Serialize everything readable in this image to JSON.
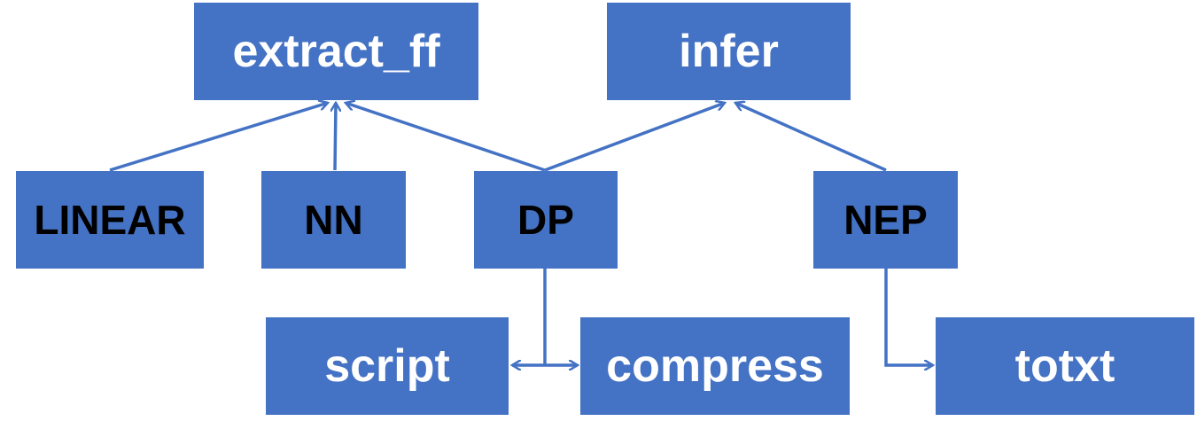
{
  "colors": {
    "box_fill": "#4472C4",
    "connector": "#4472C4",
    "text_light": "#ffffff",
    "text_dark": "#000000"
  },
  "nodes": {
    "extract_ff": "extract_ff",
    "infer": "infer",
    "linear": "LINEAR",
    "nn": "NN",
    "dp": "DP",
    "nep": "NEP",
    "script": "script",
    "compress": "compress",
    "totxt": "totxt"
  }
}
